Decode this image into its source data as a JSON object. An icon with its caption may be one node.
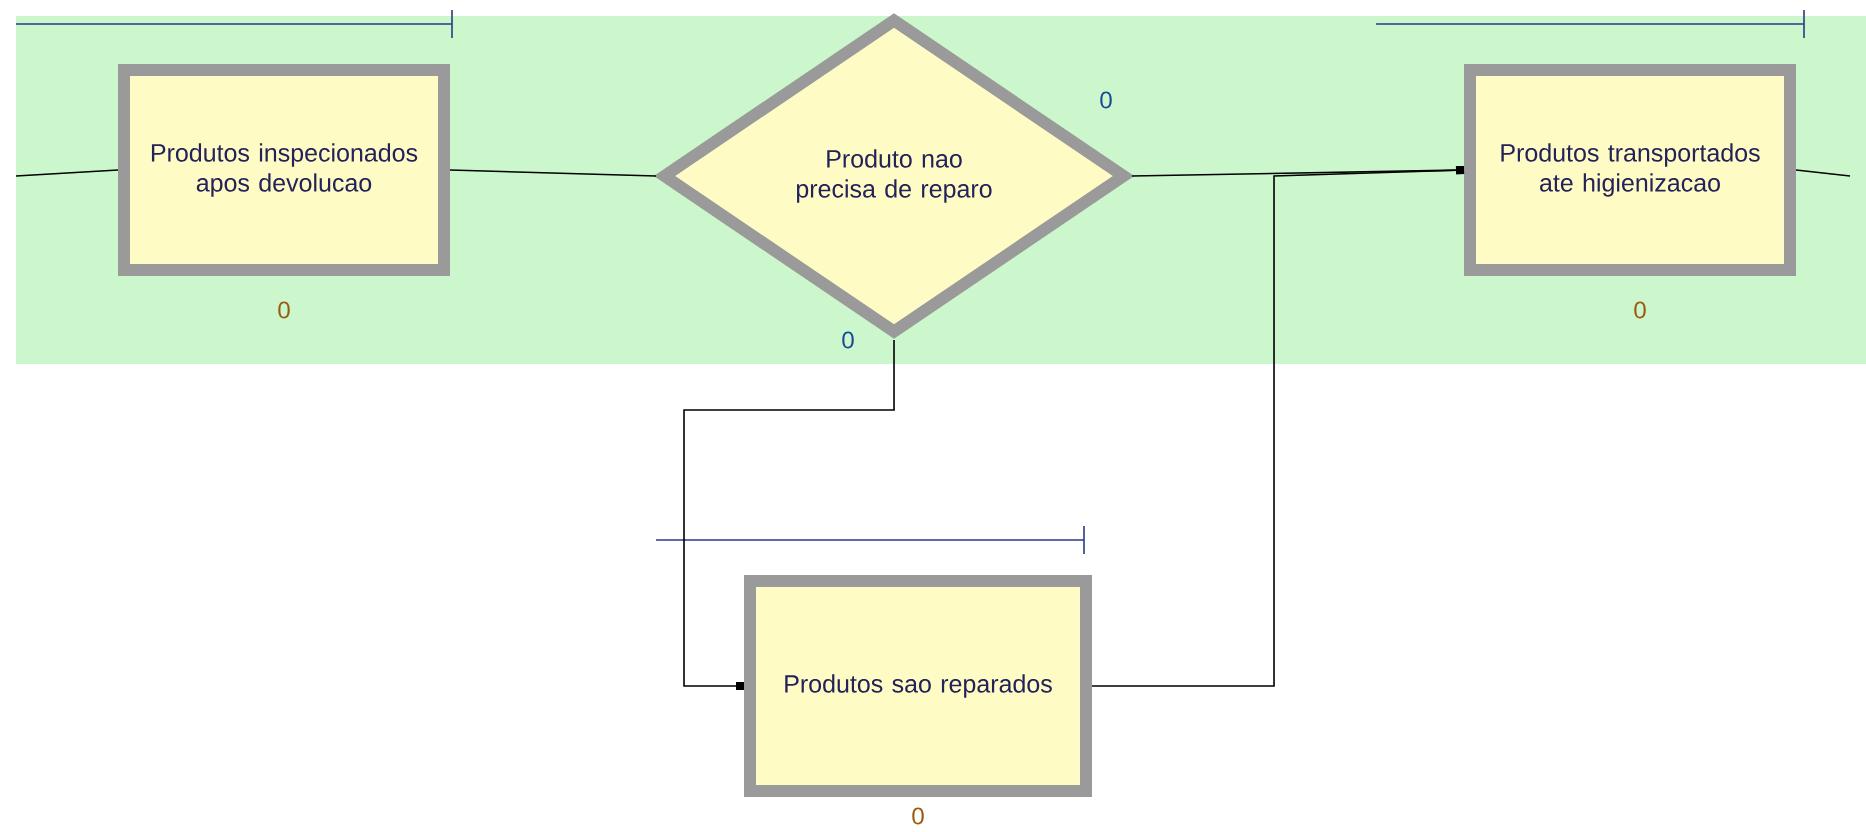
{
  "diagram": {
    "nodes": [
      {
        "text": [
          "Produtos inspecionados apos devolucao"
        ],
        "beside": [
          "0"
        ]
      },
      {
        "text": [
          "Produto nao precisa de reparo"
        ],
        "beside": [
          "0",
          "0"
        ]
      },
      {
        "text": [
          "Produtos transportados ate higienizacao"
        ],
        "beside": [
          "0"
        ]
      },
      {
        "text": [
          "Produtos sao reparados"
        ],
        "beside": [
          "0"
        ]
      }
    ],
    "edges": [
      {
        "from": null,
        "to": 0,
        "arrow": "none"
      },
      {
        "from": 0,
        "to": 1,
        "arrow": "none"
      },
      {
        "from": 1,
        "to": 2,
        "arrow": "other"
      },
      {
        "from": 1,
        "to": 3,
        "arrow": "other"
      },
      {
        "from": 3,
        "to": 2,
        "arrow": "other"
      },
      {
        "from": 2,
        "to": null,
        "arrow": "none"
      }
    ]
  }
}
